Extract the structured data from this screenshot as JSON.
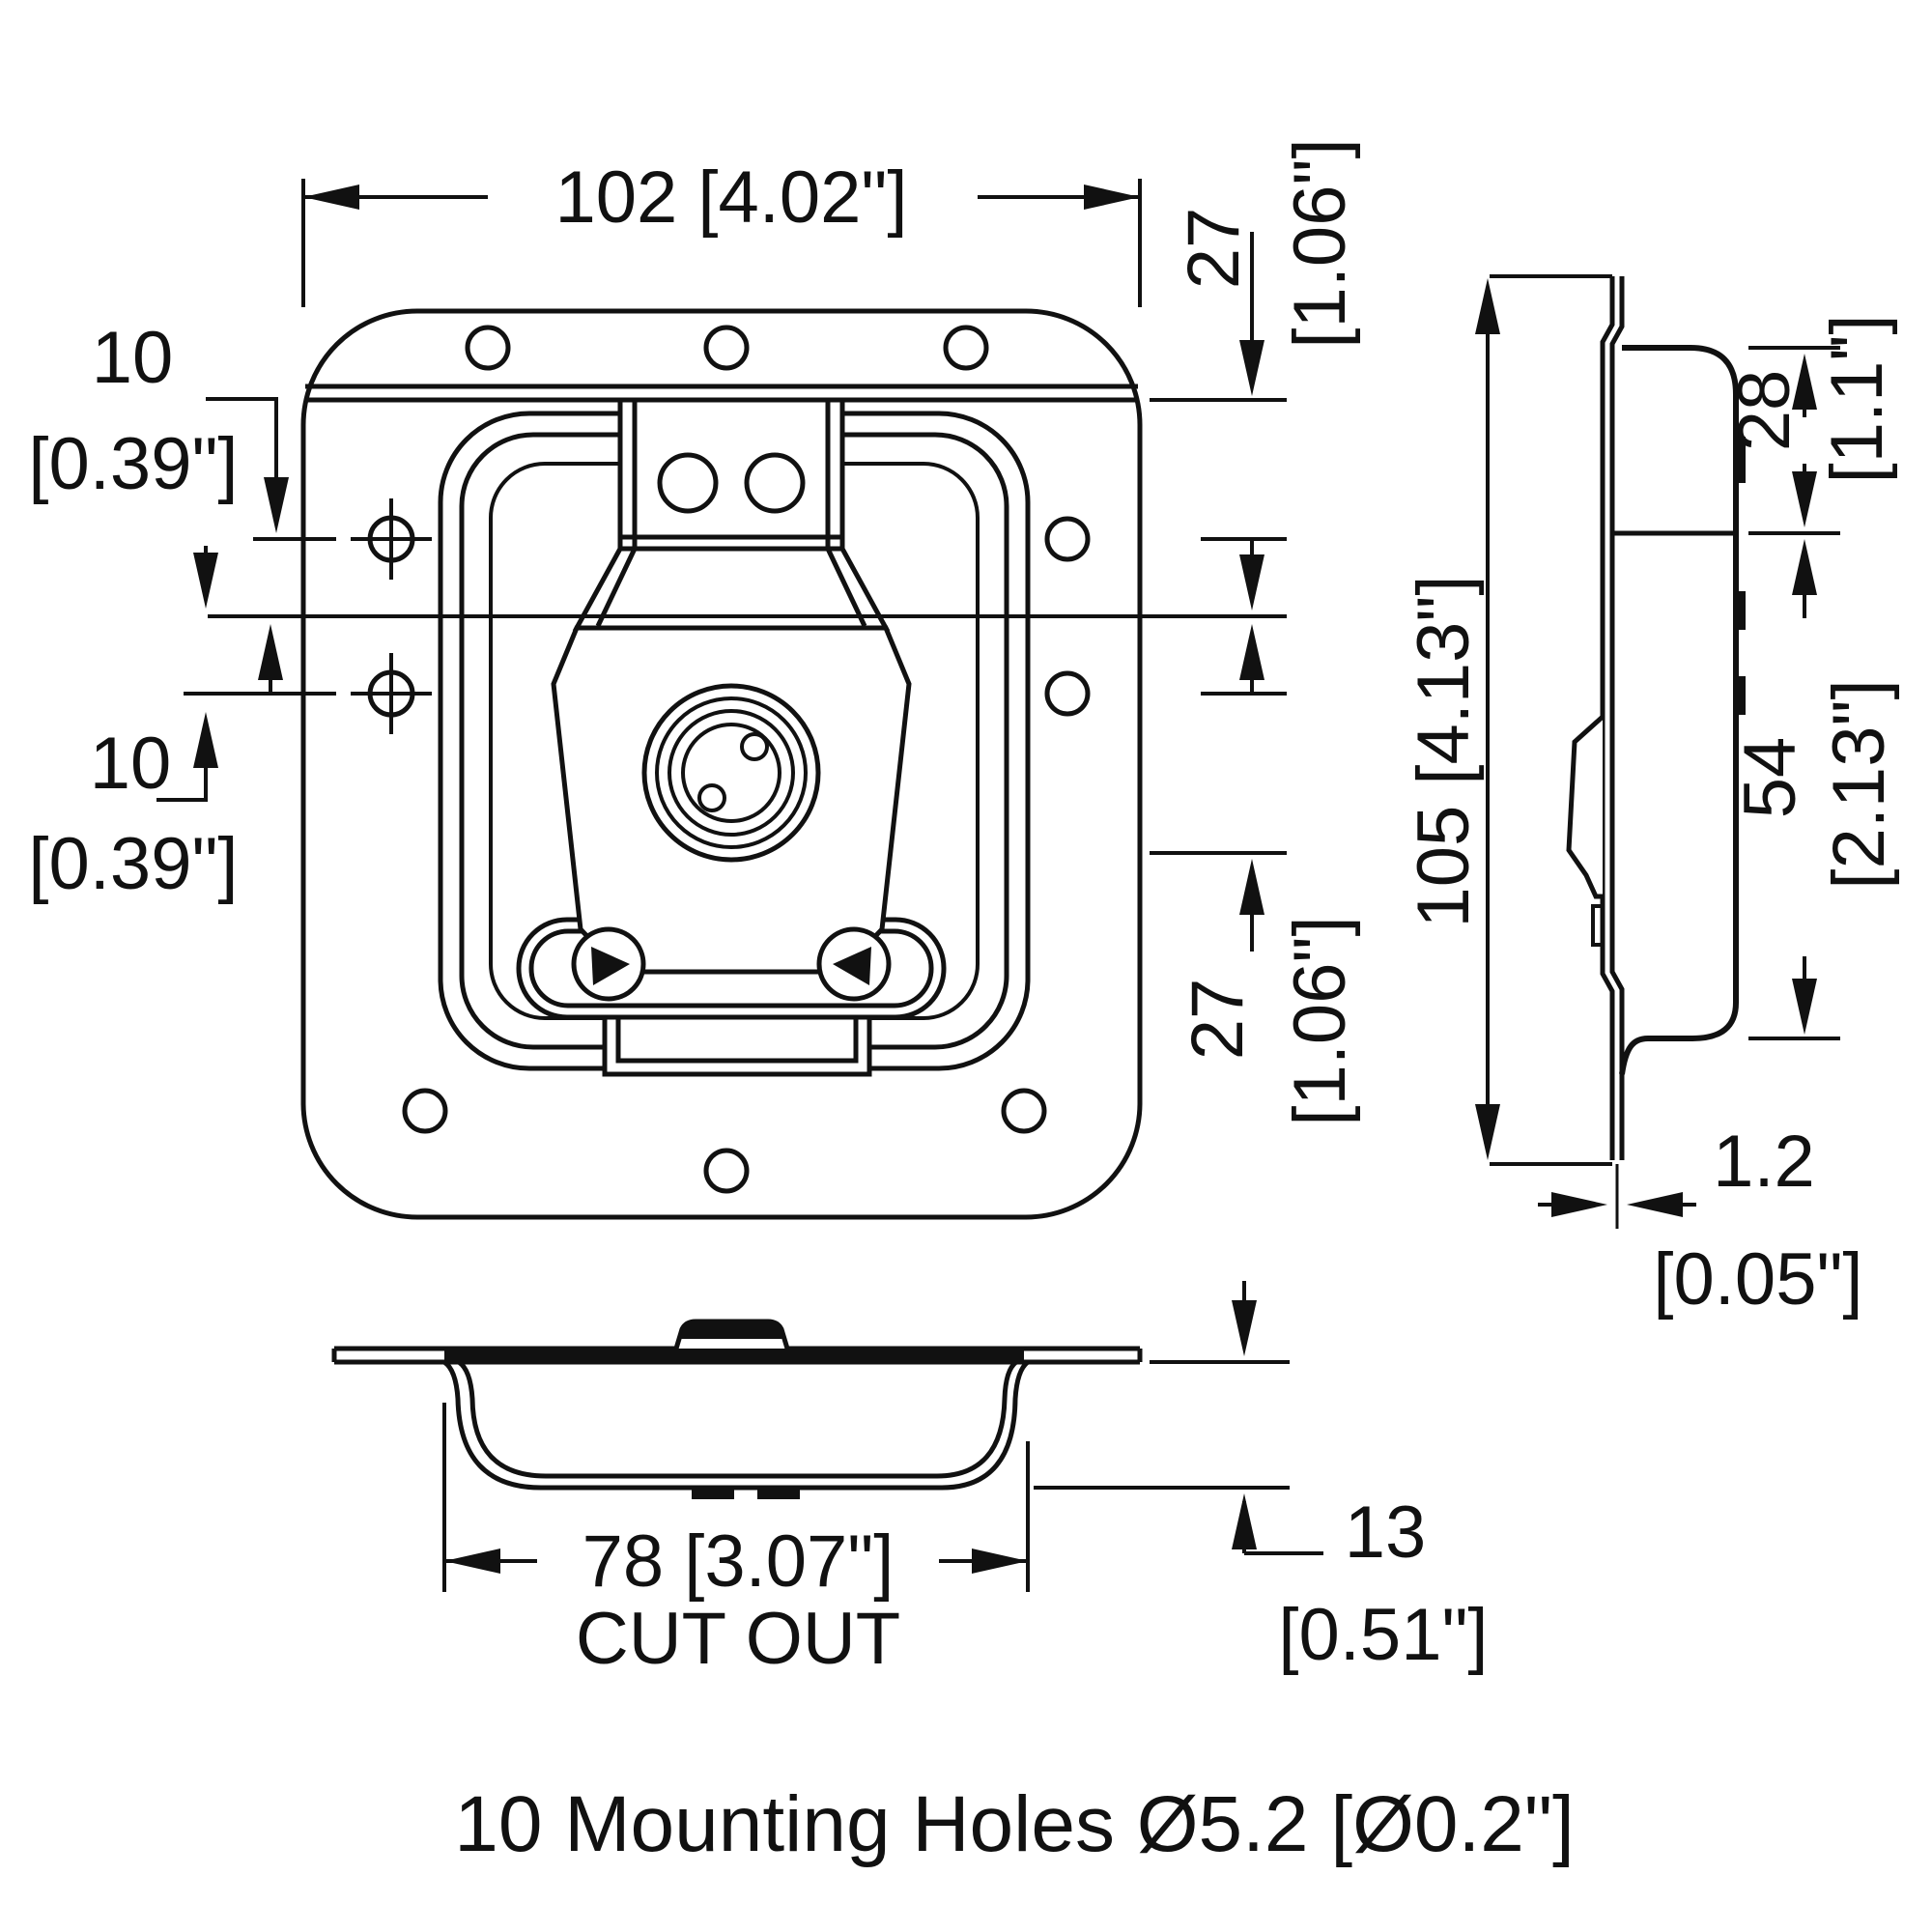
{
  "drawing": {
    "type": "technical-dimension-drawing",
    "subject": "recessed butterfly latch in dish",
    "ink_color": "#111111",
    "background_color": "#ffffff",
    "caption": "10 Mounting Holes Ø5.2 [Ø0.2\"]"
  },
  "front_view": {
    "dim_width": "102 [4.02\"]",
    "dim_top_right_mm": "27",
    "dim_top_right_in": "[1.06\"]",
    "dim_hole_upper_mm": "10",
    "dim_hole_upper_in": "[0.39\"]",
    "dim_hole_lower_mm": "10",
    "dim_hole_lower_in": "[0.39\"]",
    "dim_bottom_right_mm": "27",
    "dim_bottom_right_in": "[1.06\"]"
  },
  "side_view": {
    "dim_height": "105 [4.13\"]",
    "dim_upper_mm": "28",
    "dim_upper_in": "[1.1\"]",
    "dim_lower_mm": "54",
    "dim_lower_in": "[2.13\"]",
    "dim_thickness_mm": "1.2",
    "dim_thickness_in": "[0.05\"]"
  },
  "bottom_view": {
    "dim_cutout": "78 [3.07\"]",
    "cutout_label": "CUT OUT",
    "dim_depth_mm": "13",
    "dim_depth_in": "[0.51\"]"
  }
}
